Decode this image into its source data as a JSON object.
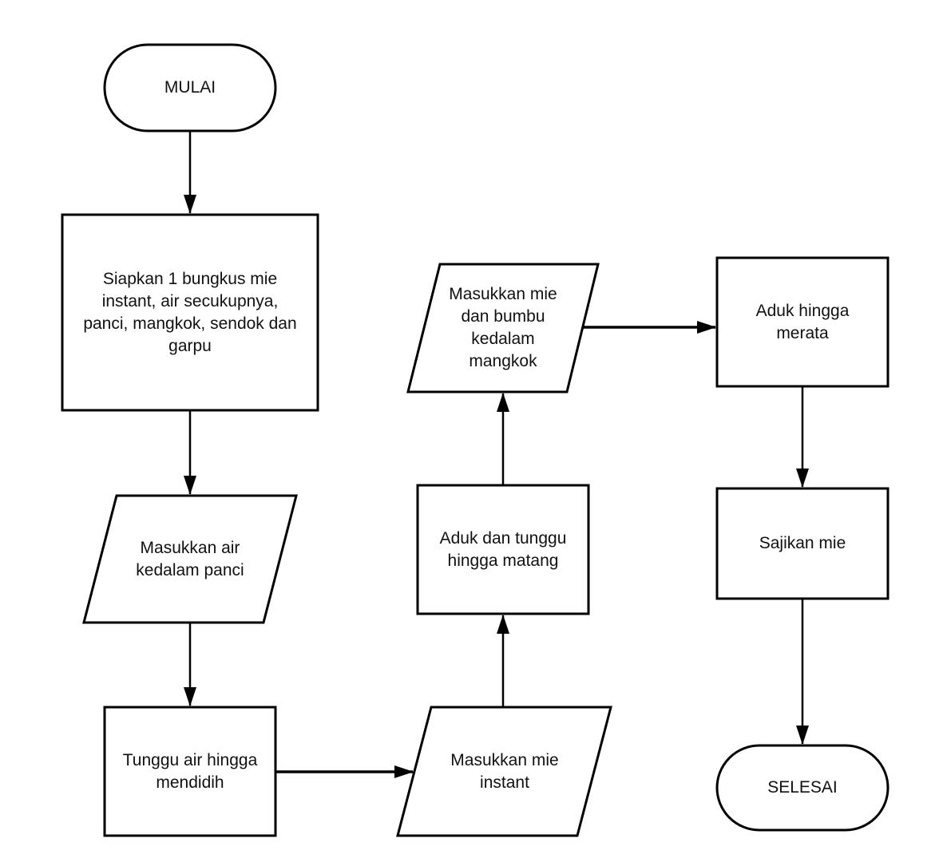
{
  "flowchart": {
    "start": "MULAI",
    "step_prepare": [
      "Siapkan 1 bungkus mie",
      "instant, air secukupnya,",
      "panci, mangkok, sendok dan",
      "garpu"
    ],
    "step_water": [
      "Masukkan air",
      "kedalam panci"
    ],
    "step_boil": [
      "Tunggu air hingga",
      "mendidih"
    ],
    "step_noodle": [
      "Masukkan mie",
      "instant"
    ],
    "step_cook": [
      "Aduk dan tunggu",
      "hingga matang"
    ],
    "step_bowl": [
      "Masukkan mie",
      "dan bumbu",
      "kedalam",
      "mangkok"
    ],
    "step_stir": [
      "Aduk hingga",
      "merata"
    ],
    "step_serve": "Sajikan mie",
    "end": "SELESAI"
  },
  "colors": {
    "stroke": "#000000",
    "fill": "#ffffff",
    "text": "#111111"
  }
}
